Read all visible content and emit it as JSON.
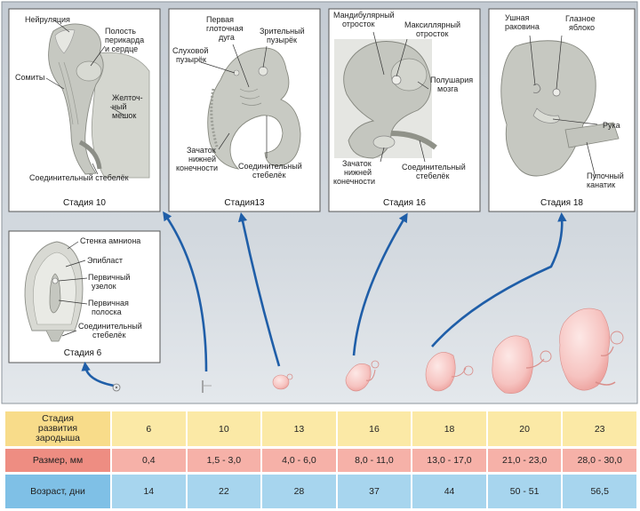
{
  "panels": {
    "stage10": {
      "caption": "Стадия 10",
      "labels": {
        "neurulation": "Нейруляция",
        "pericardial_1": "Полость",
        "pericardial_2": "перикарда",
        "pericardial_3": "и сердце",
        "somites": "Сомиты",
        "yolk_1": "Желточ-",
        "yolk_2": "ный",
        "yolk_3": "мешок",
        "stalk": "Соединительный стебелёк"
      }
    },
    "stage13": {
      "caption": "Стадия13",
      "labels": {
        "arch_1": "Первая",
        "arch_2": "глоточная",
        "arch_3": "дуга",
        "optic_1": "Зрительный",
        "optic_2": "пузырёк",
        "otic_1": "Слуховой",
        "otic_2": "пузырёк",
        "limb_1": "Зачаток",
        "limb_2": "нижней",
        "limb_3": "конечности",
        "stalk_1": "Соединительный",
        "stalk_2": "стебелёк"
      }
    },
    "stage16": {
      "caption": "Стадия 16",
      "labels": {
        "mandib_1": "Мандибулярный",
        "mandib_2": "отросток",
        "maxil_1": "Максиллярный",
        "maxil_2": "отросток",
        "hemi_1": "Полушария",
        "hemi_2": "мозга",
        "limb_1": "Зачаток",
        "limb_2": "нижней",
        "limb_3": "конечности",
        "stalk_1": "Соединительный",
        "stalk_2": "стебелёк"
      }
    },
    "stage18": {
      "caption": "Стадия 18",
      "labels": {
        "ear_1": "Ушная",
        "ear_2": "раковина",
        "eye_1": "Глазное",
        "eye_2": "яблоко",
        "arm": "Рука",
        "cord_1": "Пупочный",
        "cord_2": "канатик"
      }
    },
    "stage6": {
      "caption": "Стадия 6",
      "labels": {
        "amnion": "Стенка амниона",
        "epiblast": "Эпибласт",
        "node_1": "Первичный",
        "node_2": "узелок",
        "streak_1": "Первичная",
        "streak_2": "полоска",
        "stalk_1": "Соединительный",
        "stalk_2": "стебелёк"
      }
    }
  },
  "table": {
    "stage_header_1": "Стадия",
    "stage_header_2": "развития",
    "stage_header_3": "зародыша",
    "size_header": "Размер, мм",
    "age_header": "Возраст, дни",
    "columns": [
      {
        "stage": "6",
        "size": "0,4",
        "age": "14"
      },
      {
        "stage": "10",
        "size": "1,5 - 3,0",
        "age": "22"
      },
      {
        "stage": "13",
        "size": "4,0 - 6,0",
        "age": "28"
      },
      {
        "stage": "16",
        "size": "8,0 - 11,0",
        "age": "37"
      },
      {
        "stage": "18",
        "size": "13,0 - 17,0",
        "age": "44"
      },
      {
        "stage": "20",
        "size": "21,0 - 23,0",
        "age": "50 - 51"
      },
      {
        "stage": "23",
        "size": "28,0 - 30,0",
        "age": "56,5"
      }
    ]
  },
  "colors": {
    "frame_bg": "#cfd6dd",
    "arrow": "#1f5ea8",
    "embryo_grey": "#c9cbc4",
    "embryo_pink": "#f6c3c0"
  }
}
